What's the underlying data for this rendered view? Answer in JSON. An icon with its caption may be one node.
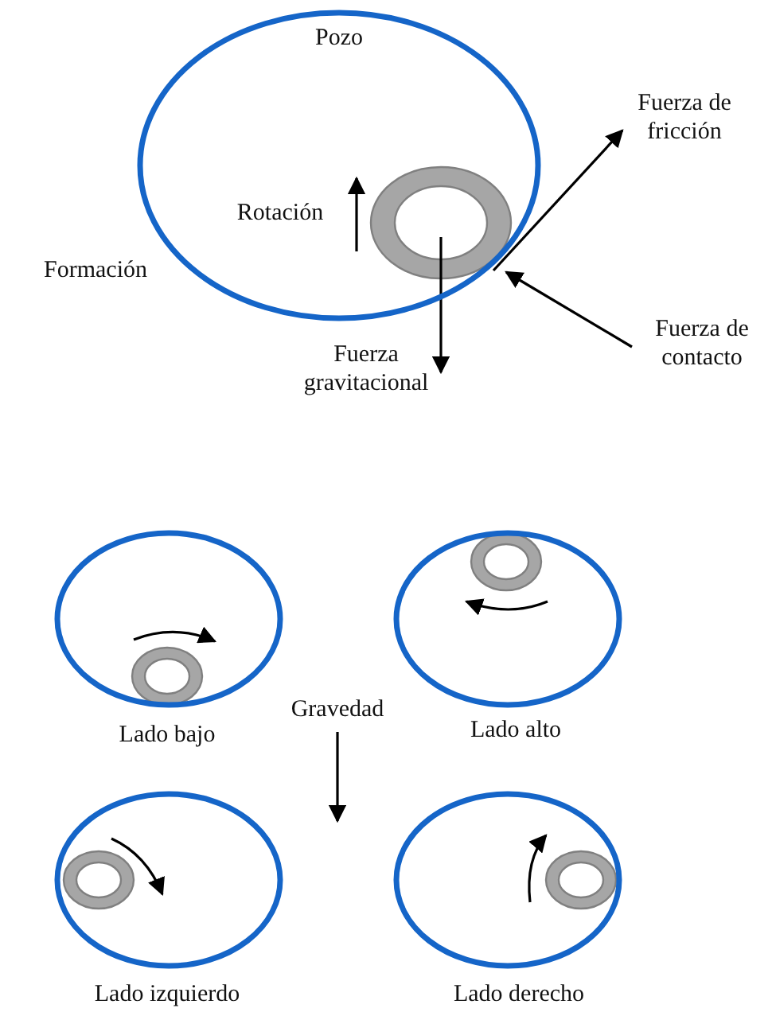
{
  "diagram": {
    "nodes": [
      {
        "text": [
          "Pozo"
        ]
      },
      {
        "text": [],
        "shape": "circle",
        "beside": [
          "Lado bajo"
        ]
      },
      {
        "text": [],
        "shape": "circle",
        "beside": [
          "Lado alto"
        ]
      },
      {
        "text": [],
        "shape": "circle",
        "beside": [
          "Lado izquierdo"
        ]
      },
      {
        "text": [],
        "shape": "circle",
        "beside": [
          "Lado derecho"
        ]
      }
    ],
    "edges": [],
    "labels": [
      "Fuerza de fricción",
      "Rotación",
      "Formación",
      "Fuerza de contacto",
      "Fuerza gravitacional",
      "Gravedad"
    ]
  }
}
